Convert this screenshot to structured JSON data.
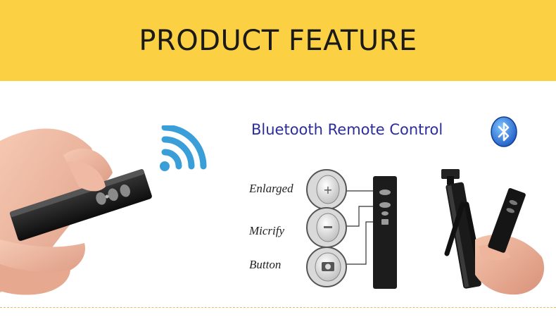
{
  "banner": {
    "title": "PRODUCT FEATURE"
  },
  "section": {
    "subtitle": "Bluetooth Remote Control"
  },
  "labels": {
    "enlarged": "Enlarged",
    "micrify": "Micrify",
    "button": "Button"
  },
  "colors": {
    "banner_bg": "#fcd043",
    "subtitle": "#2b2d9f",
    "wifi": "#3a9fd8",
    "bluetooth": "#1e6fd0"
  },
  "icons": {
    "wifi": "wifi-signal-icon",
    "bluetooth": "bluetooth-icon",
    "camera": "camera-icon"
  }
}
